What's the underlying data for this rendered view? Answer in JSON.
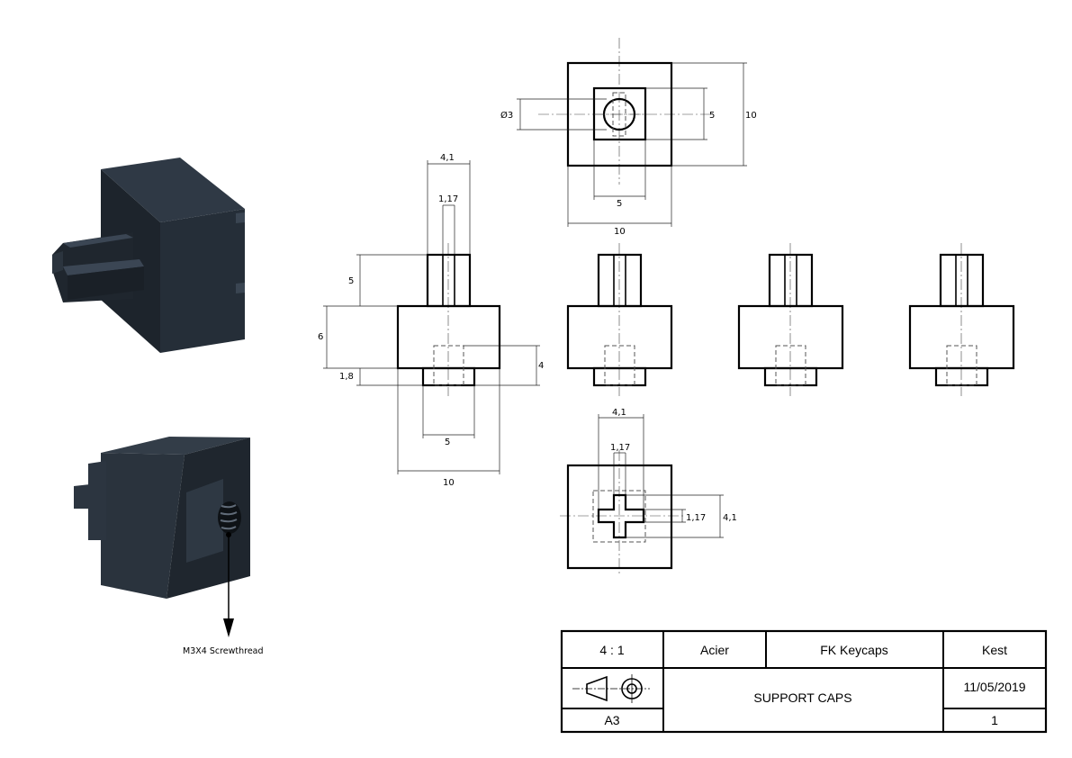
{
  "views": {
    "top": {
      "dim_hole": "Ø3",
      "dim_square_h": "5",
      "dim_outer_h": "10",
      "dim_square_w": "5",
      "dim_outer_w": "10"
    },
    "front": {
      "dim_stem_w": "4,1",
      "dim_slot_w": "1,17",
      "dim_stem_h": "5",
      "dim_body_h": "6",
      "dim_base_h": "1,8",
      "dim_hole_depth": "4",
      "dim_base_w": "5",
      "dim_body_w": "10"
    },
    "bottom": {
      "dim_cross_w": "4,1",
      "dim_cross_slot_w": "1,17",
      "dim_cross_slot_h": "1,17",
      "dim_cross_h": "4,1"
    }
  },
  "iso_note": "M3X4  Screwthread",
  "title_block": {
    "scale": "4 : 1",
    "material": "Acier",
    "project": "FK Keycaps",
    "author": "Kest",
    "date": "11/05/2019",
    "title": "SUPPORT CAPS",
    "format": "A3",
    "sheet": "1"
  }
}
